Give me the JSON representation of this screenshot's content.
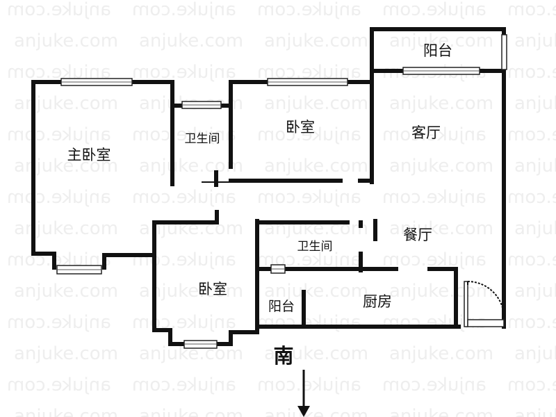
{
  "rooms": {
    "master_bedroom": "主卧室",
    "bathroom_1": "卫生间",
    "bedroom_1": "卧室",
    "balcony_1": "阳台",
    "living_room": "客厅",
    "dining_room": "餐厅",
    "bathroom_2": "卫生间",
    "bedroom_2": "卧室",
    "balcony_2": "阳台",
    "kitchen": "厨房"
  },
  "compass": {
    "label": "南",
    "icon": "south-arrow-icon"
  },
  "watermark": {
    "text": "anjuke.com",
    "text_mirrored": "moo.exujne"
  },
  "colors": {
    "wall": "#111111",
    "watermark": "#eeeeee",
    "background": "#ffffff"
  }
}
